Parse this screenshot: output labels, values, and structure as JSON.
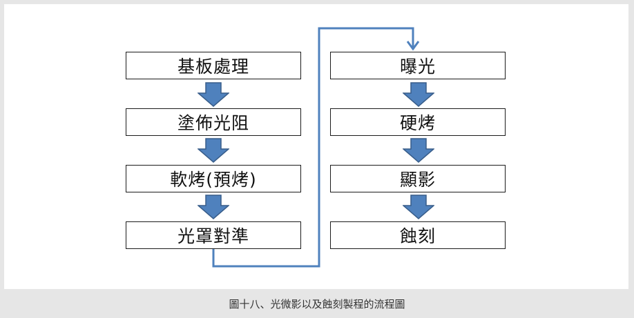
{
  "left_column": {
    "steps": [
      "基板處理",
      "塗佈光阻",
      "軟烤(預烤)",
      "光罩對準"
    ]
  },
  "right_column": {
    "steps": [
      "曝光",
      "硬烤",
      "顯影",
      "蝕刻"
    ]
  },
  "caption": "圖十八、光微影以及蝕刻製程的流程圖",
  "colors": {
    "arrow_fill": "#4f81bd",
    "arrow_stroke": "#385d8a",
    "connector": "#4f81bd",
    "box_border": "#1a1a1a",
    "panel": "#ffffff",
    "background": "#e6e6e6"
  }
}
